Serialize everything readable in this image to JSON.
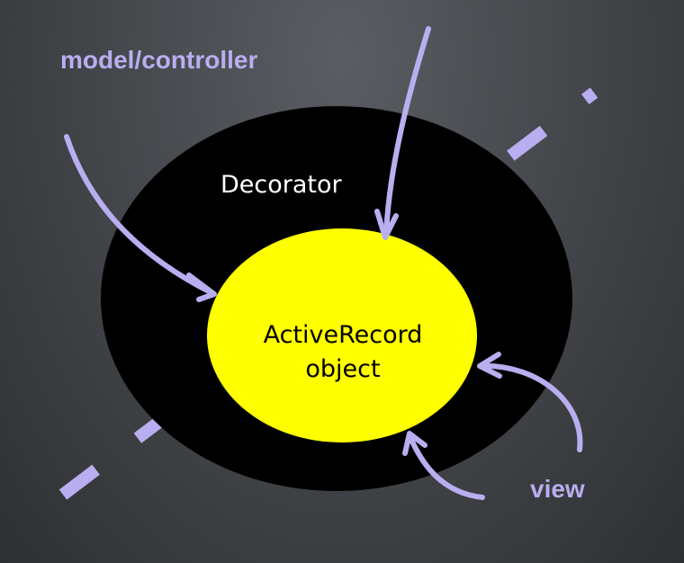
{
  "colors": {
    "background": "#45484c",
    "outer_ellipse": "#000000",
    "inner_ellipse": "#ffff00",
    "accent": "#b9aef0",
    "decorator_text": "#ffffff",
    "core_text": "#000000"
  },
  "labels": {
    "model_controller": "model/controller",
    "decorator": "Decorator",
    "core_line1": "ActiveRecord",
    "core_line2": "object",
    "view": "view"
  }
}
